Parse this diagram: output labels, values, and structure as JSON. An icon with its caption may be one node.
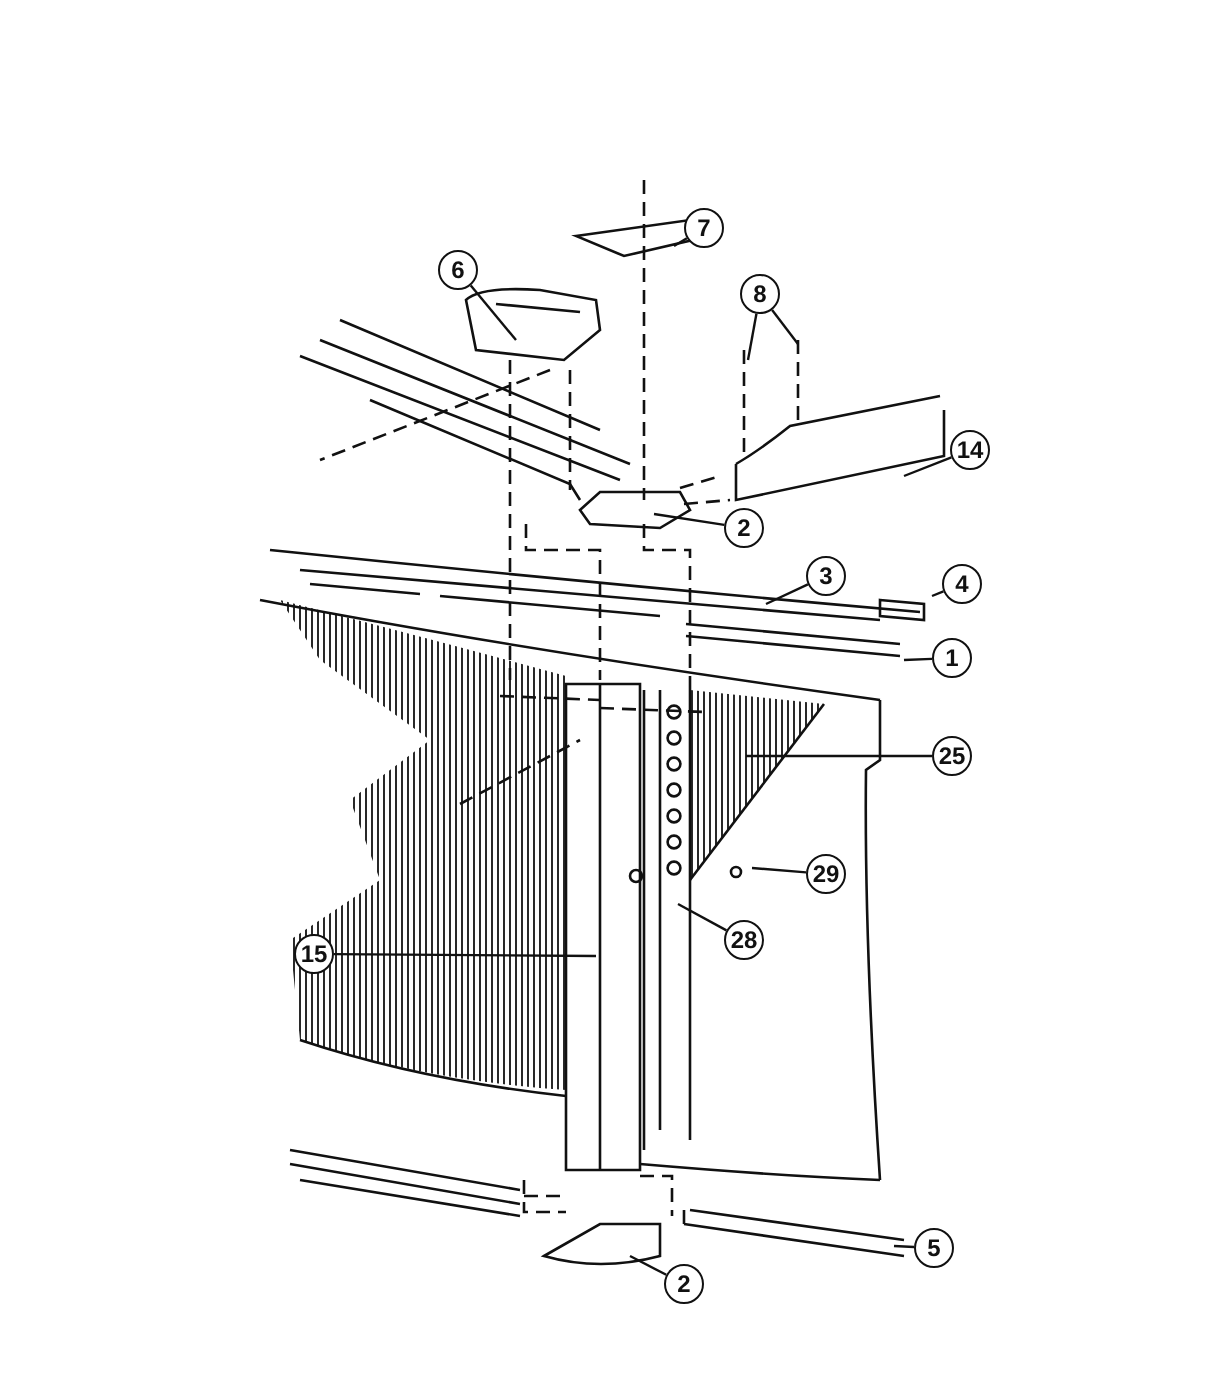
{
  "diagram": {
    "nodes": [
      {
        "text": [
          "6"
        ]
      },
      {
        "text": [
          "7"
        ]
      },
      {
        "text": [
          "8"
        ]
      },
      {
        "text": [
          "14"
        ]
      },
      {
        "text": [
          "2"
        ]
      },
      {
        "text": [
          "3"
        ]
      },
      {
        "text": [
          "4"
        ]
      },
      {
        "text": [
          "1"
        ]
      },
      {
        "text": [
          "25"
        ]
      },
      {
        "text": [
          "29"
        ]
      },
      {
        "text": [
          "28"
        ]
      },
      {
        "text": [
          "15"
        ]
      },
      {
        "text": [
          "2"
        ]
      },
      {
        "text": [
          "5"
        ]
      }
    ],
    "edges": [
      {
        "from": 0,
        "to": null,
        "arrow": "none"
      },
      {
        "from": 1,
        "to": null,
        "arrow": "none"
      },
      {
        "from": 2,
        "to": null,
        "arrow": "none"
      },
      {
        "from": 2,
        "to": null,
        "arrow": "none"
      },
      {
        "from": 3,
        "to": null,
        "arrow": "none"
      },
      {
        "from": 4,
        "to": null,
        "arrow": "none"
      },
      {
        "from": 5,
        "to": null,
        "arrow": "none"
      },
      {
        "from": 6,
        "to": null,
        "arrow": "none"
      },
      {
        "from": 7,
        "to": null,
        "arrow": "none"
      },
      {
        "from": 8,
        "to": null,
        "arrow": "none"
      },
      {
        "from": 9,
        "to": null,
        "arrow": "none"
      },
      {
        "from": 10,
        "to": null,
        "arrow": "none"
      },
      {
        "from": 11,
        "to": null,
        "arrow": "none"
      },
      {
        "from": 12,
        "to": null,
        "arrow": "none"
      },
      {
        "from": 13,
        "to": null,
        "arrow": "none"
      }
    ]
  }
}
